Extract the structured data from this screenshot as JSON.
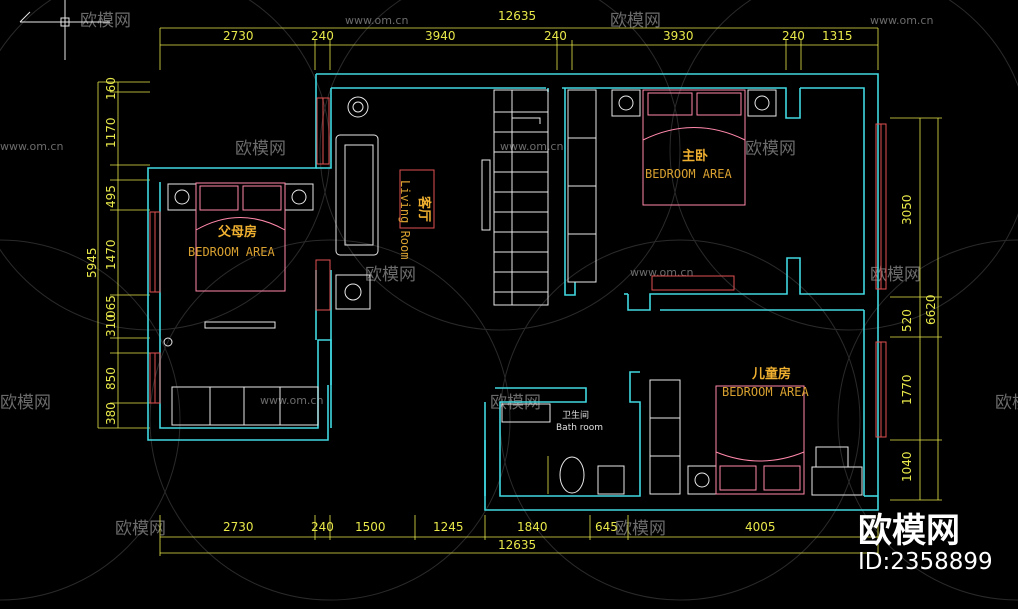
{
  "watermarks": {
    "brand": "欧模网",
    "site": "www.om.cn"
  },
  "dimensions": {
    "top_total": "12635",
    "top_segments": [
      "2730",
      "240",
      "3940",
      "240",
      "3930",
      "240",
      "1315"
    ],
    "bottom_segments": [
      "2730",
      "240",
      "1500",
      "1245",
      "1840",
      "645",
      "4005"
    ],
    "bottom_total": "12635",
    "left_total": "5945",
    "left_segments": [
      "160",
      "1170",
      "495",
      "1470",
      "310",
      "065",
      "850",
      "380"
    ],
    "right_total": "6620",
    "right_segments": [
      "3050",
      "520",
      "1770",
      "1040"
    ]
  },
  "rooms": {
    "parents_bedroom": {
      "label": "父母房",
      "area": "BEDROOM AREA"
    },
    "living_room": {
      "label": "客厅",
      "area": "Living Room"
    },
    "master_bedroom": {
      "label": "主卧",
      "area": "BEDROOM AREA"
    },
    "kids_bedroom": {
      "label": "儿童房",
      "area": "BEDROOM AREA"
    },
    "bathroom": {
      "label": "卫生间",
      "area": "Bath room"
    }
  },
  "brand_logo": {
    "name": "欧模网",
    "id": "ID:2358899"
  },
  "colors": {
    "wall": "#40d8e0",
    "dimension": "#e8e84a",
    "furniture": "#e05050",
    "room_label": "#f0b030"
  }
}
